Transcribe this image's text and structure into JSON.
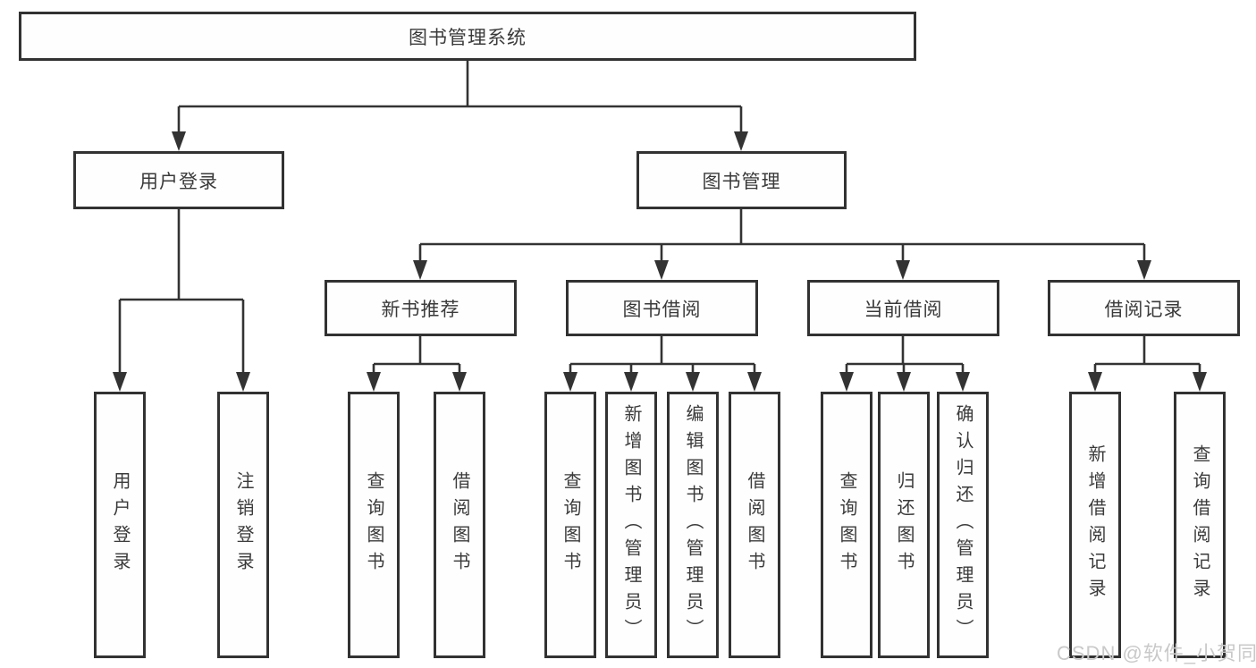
{
  "tree": {
    "root": "图书管理系统",
    "branches": [
      {
        "label": "用户登录",
        "children": [
          "用户登录",
          "注销登录"
        ]
      },
      {
        "label": "图书管理",
        "sections": [
          {
            "label": "新书推荐",
            "children": [
              "查询图书",
              "借阅图书"
            ]
          },
          {
            "label": "图书借阅",
            "children": [
              "查询图书",
              "新增图书（管理员）",
              "编辑图书（管理员）",
              "借阅图书"
            ]
          },
          {
            "label": "当前借阅",
            "children": [
              "查询图书",
              "归还图书",
              "确认归还（管理员）"
            ]
          },
          {
            "label": "借阅记录",
            "children": [
              "新增借阅记录",
              "查询借阅记录"
            ]
          }
        ]
      }
    ]
  },
  "watermark": "CSDN @软件_小贺同学",
  "colors": {
    "line": "#333333",
    "box_border": "#323232",
    "text": "#3a3a3a",
    "watermark": "#c9c9c9",
    "background": "#ffffff"
  }
}
